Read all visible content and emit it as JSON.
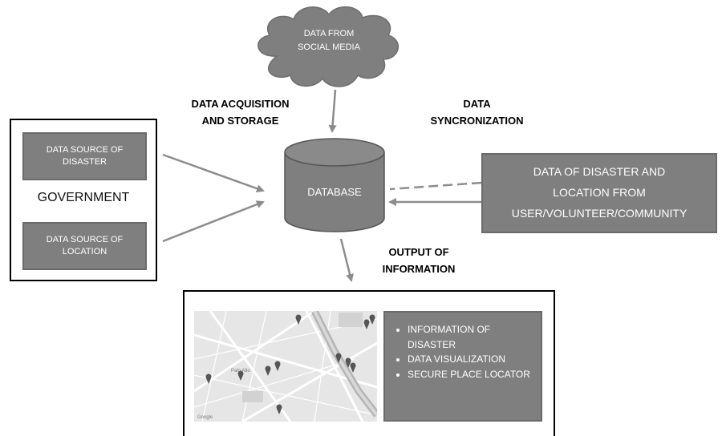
{
  "cloud": {
    "text": "DATA FROM\nSOCIAL MEDIA"
  },
  "labels": {
    "acquisition": "DATA ACQUISITION\nAND STORAGE",
    "sync": "DATA\nSYNCRONIZATION",
    "output": "OUTPUT OF\nINFORMATION"
  },
  "government": {
    "disaster_source": "DATA SOURCE OF\nDISASTER",
    "title": "GOVERNMENT",
    "location_source": "DATA SOURCE OF\nLOCATION"
  },
  "database": {
    "label": "DATABASE"
  },
  "user_data": {
    "text": "DATA OF DISASTER AND\nLOCATION FROM\nUSER/VOLUNTEER/COMMUNITY"
  },
  "output_panel": {
    "items": [
      "INFORMATION OF DISASTER",
      "DATA VISUALIZATION",
      "SECURE PLACE LOCATOR"
    ],
    "map_brand": "Google",
    "map_place": "Palo Alto"
  },
  "colors": {
    "box_fill": "#7f7f7f",
    "arrow": "#8c8c8c",
    "map_bg": "#e8e8e8"
  }
}
